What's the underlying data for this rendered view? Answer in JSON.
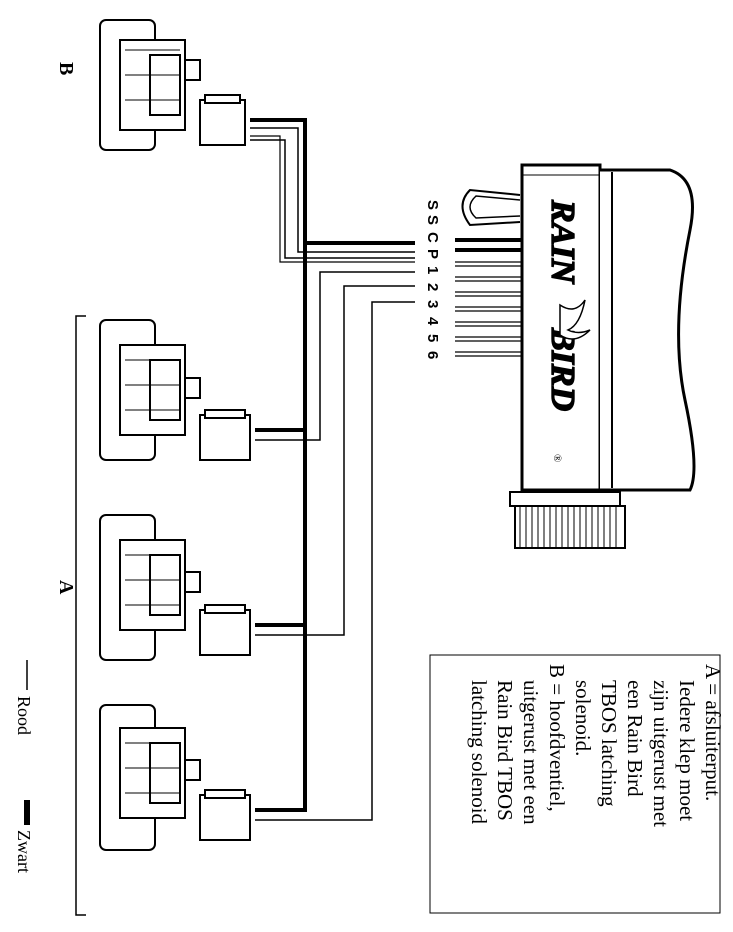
{
  "labels": {
    "b": "B",
    "a": "A",
    "rood": "Rood",
    "zwart": "Zwart"
  },
  "terminals": [
    "S",
    "S",
    "C",
    "P",
    "1",
    "2",
    "3",
    "4",
    "5",
    "6"
  ],
  "brand": {
    "word1": "RAIN",
    "word2": "BIRD",
    "mark": "®"
  },
  "legend_box": {
    "lines": [
      "A = afsluiterput.",
      "Iedere klep moet",
      "zijn uitgerust met",
      "een Rain Bird",
      "TBOS latching",
      "solenoid.",
      "B = hoofdventiel,",
      "uitgerust met een",
      "Rain Bird TBOS",
      "latching solenoid"
    ]
  },
  "colors": {
    "ink": "#000000",
    "paper": "#ffffff"
  }
}
